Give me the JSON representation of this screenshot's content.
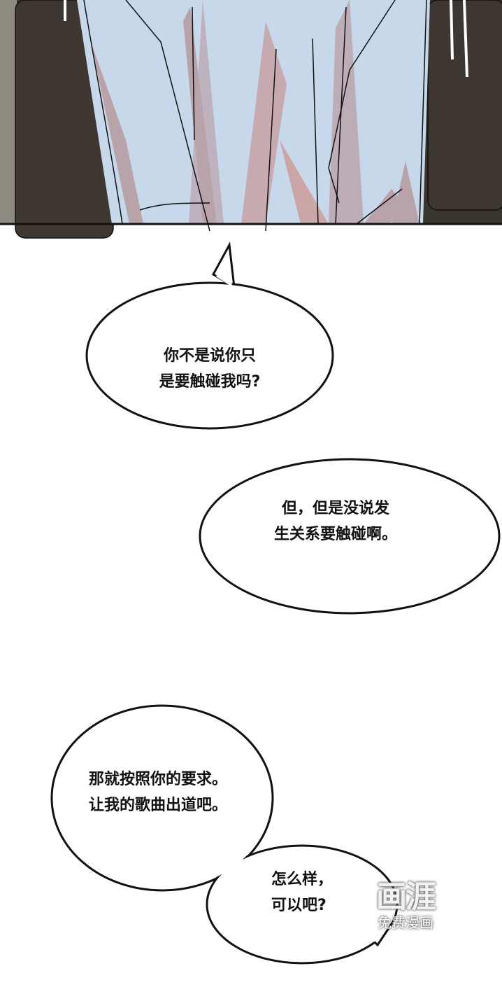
{
  "panel": {
    "colors": {
      "sofa": "#3a342f",
      "shirt": "#c6d8ea",
      "shadow": "#b9a3aa",
      "carpet": "#8f8a80"
    }
  },
  "bubbles": [
    {
      "lines": [
        "你不是说你只",
        "是要触碰我吗?"
      ]
    },
    {
      "lines": [
        "但，但是没说发",
        "生关系要触碰啊。"
      ]
    },
    {
      "lines": [
        "那就按照你的要求。",
        "让我的歌曲出道吧。"
      ]
    },
    {
      "lines": [
        "怎么样，",
        "可以吧?"
      ]
    }
  ],
  "watermark": {
    "logo": "画涯",
    "caption": "免费漫画"
  }
}
